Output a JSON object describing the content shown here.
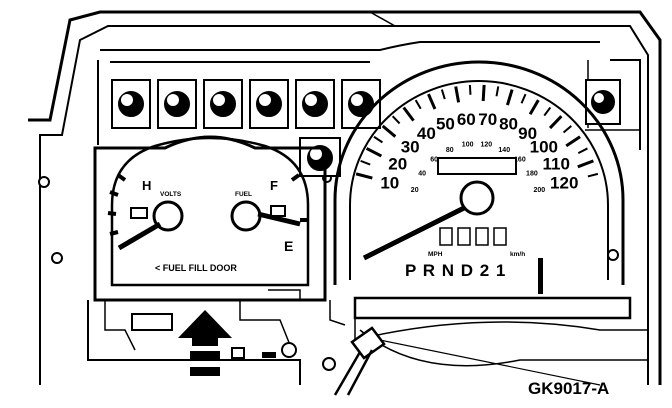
{
  "caption": "GK9017-A",
  "left_gauge": {
    "volts_label": "VOLTS",
    "fuel_label": "FUEL",
    "temp_high": "H",
    "fuel_full": "F",
    "fuel_empty": "E",
    "fuel_fill_door": "< FUEL FILL DOOR"
  },
  "speedometer": {
    "mph_ticks": [
      "10",
      "20",
      "30",
      "40",
      "50",
      "60",
      "70",
      "80",
      "90",
      "100",
      "110",
      "120"
    ],
    "kmh_ticks": [
      "20",
      "40",
      "60",
      "80",
      "100",
      "120",
      "140",
      "160",
      "180",
      "200"
    ],
    "mph_label": "MPH",
    "kmh_label": "km/h",
    "gear_selector": "P R N D 2 1"
  }
}
